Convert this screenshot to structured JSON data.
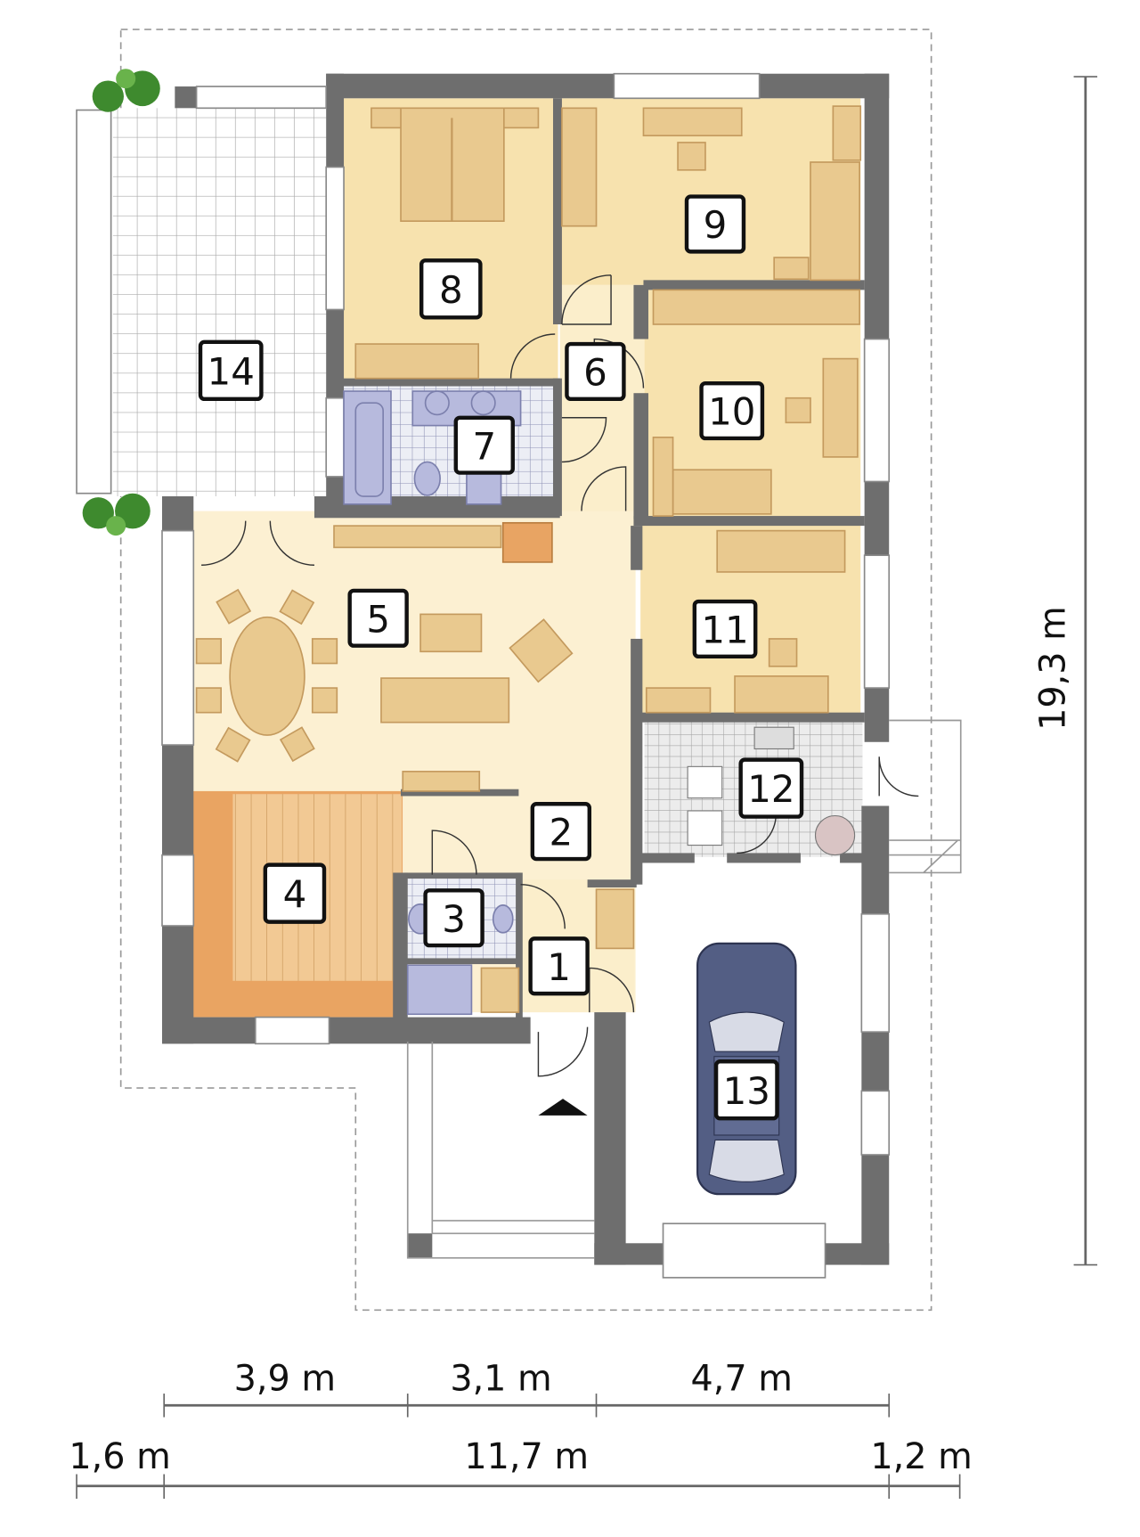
{
  "rooms": [
    {
      "id": "1",
      "label": "1"
    },
    {
      "id": "2",
      "label": "2"
    },
    {
      "id": "3",
      "label": "3"
    },
    {
      "id": "4",
      "label": "4"
    },
    {
      "id": "5",
      "label": "5"
    },
    {
      "id": "6",
      "label": "6"
    },
    {
      "id": "7",
      "label": "7"
    },
    {
      "id": "8",
      "label": "8"
    },
    {
      "id": "9",
      "label": "9"
    },
    {
      "id": "10",
      "label": "10"
    },
    {
      "id": "11",
      "label": "11"
    },
    {
      "id": "12",
      "label": "12"
    },
    {
      "id": "13",
      "label": "13"
    },
    {
      "id": "14",
      "label": "14"
    }
  ],
  "dimensions": {
    "top": [
      "3,9 m",
      "3,1 m",
      "4,7 m"
    ],
    "bottom": [
      "1,6 m",
      "11,7 m",
      "1,2 m"
    ],
    "vertical": "19,3 m"
  },
  "colors": {
    "wall": "#6e6e6e",
    "bedroom": "#f7e2ae",
    "living": "#fcf0d2",
    "hall": "#fbeecb",
    "kitchen": "#e9a462",
    "bath_tile": "#e6e7f0",
    "fixture": "#b7badd",
    "furniture": "#e9c98f",
    "car": "#4e5a80"
  }
}
